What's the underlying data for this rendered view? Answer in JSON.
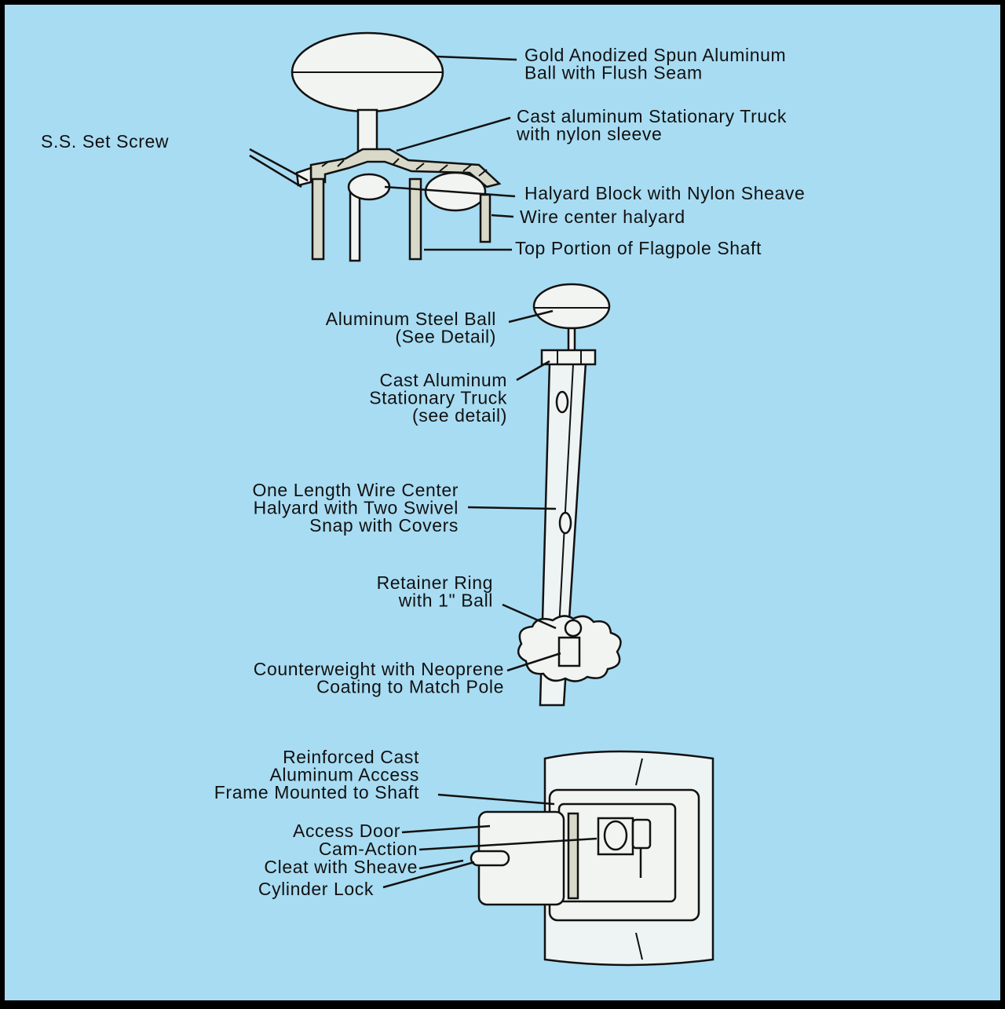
{
  "colors": {
    "background": "#a8dcf2",
    "frame": "#000000",
    "ink": "#111111",
    "part_fill": "#f2f4f2"
  },
  "top_detail": {
    "ball": "Gold Anodized Spun Aluminum|Ball with Flush Seam",
    "truck": "Cast aluminum Stationary Truck|with nylon sleeve",
    "set_screw": "S.S. Set Screw",
    "halyard_block": "Halyard Block with Nylon Sheave",
    "wire_halyard": "Wire center halyard",
    "shaft": "Top Portion of Flagpole Shaft"
  },
  "pole_view": {
    "steel_ball": "Aluminum Steel Ball|(See Detail)",
    "truck": "Cast Aluminum|Stationary Truck|(see detail)",
    "halyard": "One Length Wire Center|Halyard with Two Swivel|Snap with Covers",
    "retainer": "Retainer Ring|with 1\" Ball",
    "counterweight": "Counterweight with Neoprene|Coating to Match Pole"
  },
  "access_detail": {
    "frame": "Reinforced Cast|Aluminum Access|Frame Mounted to Shaft",
    "door": "Access Door",
    "cam": "Cam-Action",
    "cleat": "Cleat with Sheave",
    "lock": "Cylinder Lock"
  }
}
